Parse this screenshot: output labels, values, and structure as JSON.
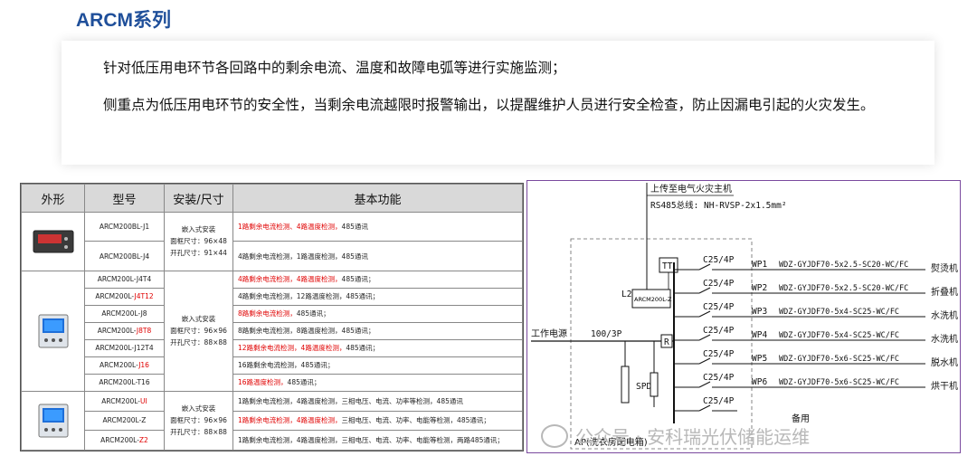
{
  "title": "ARCM系列",
  "paragraphs": [
    "针对低压用电环节各回路中的剩余电流、温度和故障电弧等进行实施监测；",
    "侧重点为低压用电环节的安全性，当剩余电流越限时报警输出，以提醒维护人员进行安全检查，防止因漏电引起的火灾发生。"
  ],
  "table": {
    "headers": [
      "外形",
      "型号",
      "安装/尺寸",
      "基本功能"
    ],
    "groups": [
      {
        "install": [
          "嵌入式安装",
          "面框尺寸：96×48",
          "开孔尺寸：91×44"
        ],
        "rows": [
          {
            "model_a": "ARCM200BL-J1",
            "model_b": "",
            "func_red": "1路剩余电流检测、4路温度检测，",
            "func": "485通讯"
          },
          {
            "model_a": "ARCM200BL-J4",
            "model_b": "",
            "func_red": "",
            "func": "4路剩余电流检测，1路温度检测，485通讯"
          }
        ]
      },
      {
        "install": [
          "嵌入式安装",
          "面框尺寸：96×96",
          "开孔尺寸：88×88"
        ],
        "rows": [
          {
            "model_a": "ARCM200L-J4T4",
            "model_b": "",
            "func_red": "4路剩余电流检测，4路温度检测，",
            "func": "485通讯；"
          },
          {
            "model_a": "ARCM200L-",
            "model_b": "J4T12",
            "func_red": "",
            "func": "4路剩余电流检测，12路温度检测，485通讯；"
          },
          {
            "model_a": "ARCM200L-J8",
            "model_b": "",
            "func_red": "8路剩余电流检测，",
            "func": "485通讯；"
          },
          {
            "model_a": "ARCM200L-",
            "model_b": "J8T8",
            "func_red": "",
            "func": "8路剩余电流检测，8路温度检测，485通讯；"
          },
          {
            "model_a": "ARCM200L-J12T4",
            "model_b": "",
            "func_red": "12路剩余电流检测，4路温度检测，",
            "func": "485通讯；"
          },
          {
            "model_a": "ARCM200L-",
            "model_b": "J16",
            "func_red": "",
            "func": "16路剩余电流检测，485通讯；"
          },
          {
            "model_a": "ARCM200L-T16",
            "model_b": "",
            "func_red": "16路温度检测，",
            "func": "485通讯；"
          }
        ]
      },
      {
        "install": [
          "嵌入式安装",
          "面框尺寸：96×96",
          "开孔尺寸：88×88"
        ],
        "rows": [
          {
            "model_a": "ARCM200L-",
            "model_b": "UI",
            "func_red": "",
            "func": "1路剩余电流检测，4路温度检测，三相电压、电流、功率等检测，485通讯"
          },
          {
            "model_a": "ARCM200L-Z",
            "model_b": "",
            "func_red": "1路剩余电流检测，4路温度检测，",
            "func": "三相电压、电流、功率、电能等检测，485通讯；"
          },
          {
            "model_a": "ARCM200L-",
            "model_b": "Z2",
            "func_red": "",
            "func": "1路剩余电流检测，4路温度检测，三相电压、电流、功率、电能等检测，两路485通讯；"
          }
        ]
      }
    ]
  },
  "diagram": {
    "top_label": "上传至电气火灾主机",
    "bus_label": "RS485总线: NH-RVSP-2x1.5mm²",
    "device_label": "ARCM200L-Z",
    "tt_label": "TT",
    "l2_label": "L2",
    "spd_label": "SPD",
    "r_label": "R",
    "source_label": "工作电源",
    "main_breaker": "100/3P",
    "panel_label": "AP(洗衣房配电箱)",
    "circuits": [
      {
        "breaker": "C25/4P",
        "id": "WP1",
        "cable": "WDZ-GYJDF70-5x2.5-SC20-WC/FC",
        "load": "熨烫机"
      },
      {
        "breaker": "C25/4P",
        "id": "WP2",
        "cable": "WDZ-GYJDF70-5x2.5-SC20-WC/FC",
        "load": "折叠机"
      },
      {
        "breaker": "C25/4P",
        "id": "WP3",
        "cable": "WDZ-GYJDF70-5x4-SC25-WC/FC",
        "load": "水洗机"
      },
      {
        "breaker": "C25/4P",
        "id": "WP4",
        "cable": "WDZ-GYJDF70-5x4-SC25-WC/FC",
        "load": "水洗机"
      },
      {
        "breaker": "C25/4P",
        "id": "WP5",
        "cable": "WDZ-GYJDF70-5x6-SC25-WC/FC",
        "load": "脱水机"
      },
      {
        "breaker": "C25/4P",
        "id": "WP6",
        "cable": "WDZ-GYJDF70-5x6-SC25-WC/FC",
        "load": "烘干机"
      },
      {
        "breaker": "C25/4P",
        "id": "",
        "cable": "",
        "load": "备用"
      }
    ]
  },
  "watermark": "公众号 · 安科瑞光伏储能运维"
}
